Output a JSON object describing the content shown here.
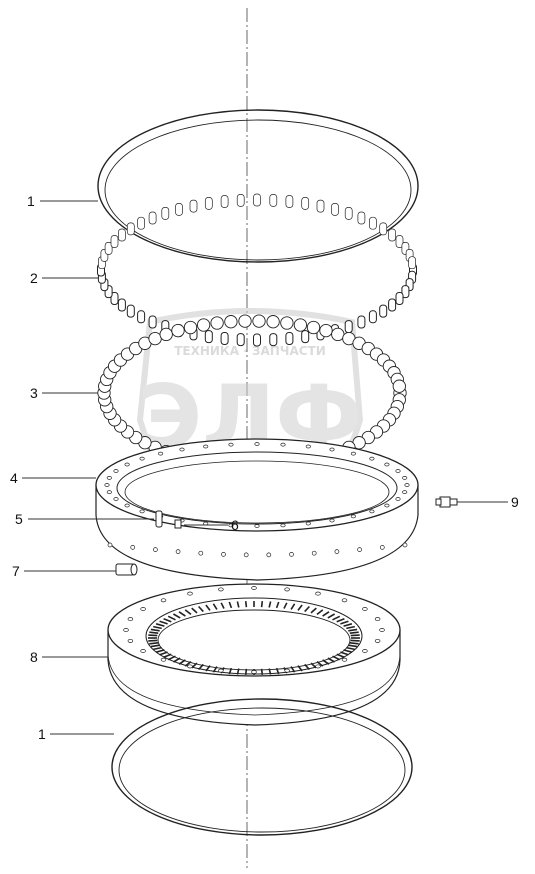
{
  "watermark": {
    "top_text": "ТЕХНИКА · ЗАПЧАСТИ",
    "letters": "ЭЛФ",
    "color": "#c9c9c9"
  },
  "callouts": [
    {
      "label": "1"
    },
    {
      "label": "2"
    },
    {
      "label": "3"
    },
    {
      "label": "4"
    },
    {
      "label": "5"
    },
    {
      "label": "6"
    },
    {
      "label": "7"
    },
    {
      "label": "8"
    },
    {
      "label": "1"
    },
    {
      "label": "9"
    }
  ],
  "colors": {
    "line": "#222222",
    "centerline": "#444444"
  }
}
